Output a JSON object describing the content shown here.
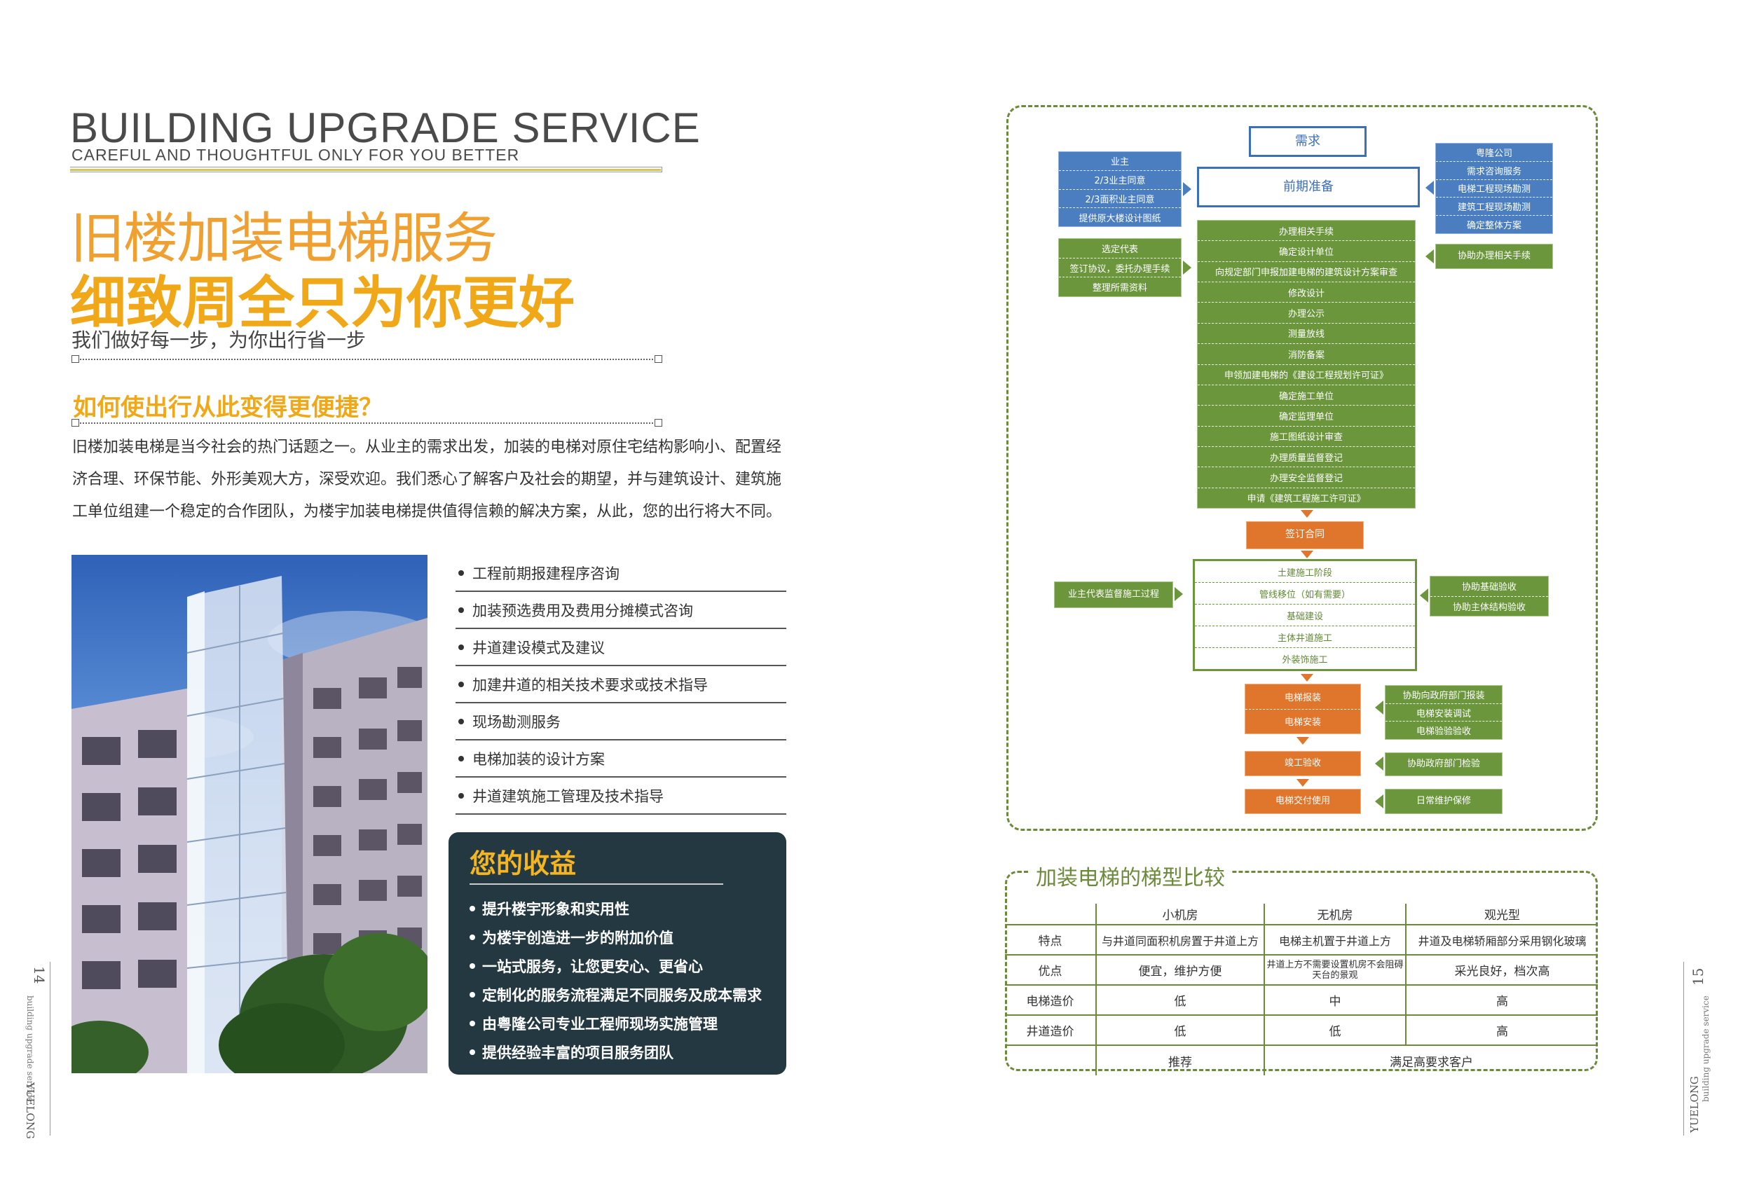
{
  "header": {
    "title_en": "BUILDING UPGRADE SERVICE",
    "subtitle_en": "CAREFUL AND THOUGHTFUL ONLY FOR YOU BETTER",
    "title_cn_1": "旧楼加装电梯服务",
    "title_cn_2": "细致周全只为你更好",
    "tagline_cn": "我们做好每一步，为你出行省一步"
  },
  "intro": {
    "heading": "如何使出行从此变得更便捷？",
    "body": "旧楼加装电梯是当今社会的热门话题之一。从业主的需求出发，加装的电梯对原住宅结构影响小、配置经济合理、环保节能、外形美观大方，深受欢迎。我们悉心了解客户及社会的期望，并与建筑设计、建筑施工单位组建一个稳定的合作团队，为楼宇加装电梯提供值得信赖的解决方案，从此，您的出行将大不同。"
  },
  "services": [
    "工程前期报建程序咨询",
    "加装预选费用及费用分摊模式咨询",
    "井道建设模式及建议",
    "加建井道的相关技术要求或技术指导",
    "现场勘测服务",
    "电梯加装的设计方案",
    "井道建筑施工管理及技术指导"
  ],
  "benefits": {
    "title": "您的收益",
    "items": [
      "提升楼宇形象和实用性",
      "为楼宇创造进一步的附加价值",
      "一站式服务，让您更安心、更省心",
      "定制化的服务流程满足不同服务及成本需求",
      "由粤隆公司专业工程师现场实施管理",
      "提供经验丰富的项目服务团队"
    ]
  },
  "pages": {
    "left_num": "14",
    "left_side": "building upgrade service",
    "left_brand": "YUELONG",
    "right_num": "15",
    "right_side": "building upgrade service",
    "right_brand": "YUELONG"
  },
  "flowchart": {
    "demand": "需求",
    "preparation": "前期准备",
    "owner_box": [
      "业主",
      "2/3业主同意",
      "2/3面积业主同意",
      "提供原大楼设计图纸"
    ],
    "rep_box": [
      "选定代表",
      "签订协议，委托办理手续",
      "整理所需资料"
    ],
    "company_box": [
      "粤隆公司",
      "需求咨询服务",
      "电梯工程现场勘测",
      "建筑工程现场勘测",
      "确定整体方案"
    ],
    "assist_procedures": "协助办理相关手续",
    "steps": [
      "办理相关手续",
      "确定设计单位",
      "向规定部门申报加建电梯的建筑设计方案审查",
      "修改设计",
      "办理公示",
      "测量放线",
      "消防备案",
      "申领加建电梯的《建设工程规划许可证》",
      "确定施工单位",
      "确定监理单位",
      "施工图纸设计审查",
      "办理质量监督登记",
      "办理安全监督登记",
      "申请《建筑工程施工许可证》"
    ],
    "contract": "签订合同",
    "construction": [
      "土建施工阶段",
      "管线移位（如有需要）",
      "基础建设",
      "主体井道施工",
      "外装饰施工"
    ],
    "supervise": "业主代表监督施工过程",
    "assist_accept": [
      "协助基础验收",
      "协助主体结构验收"
    ],
    "elevator_box": [
      "电梯报装",
      "电梯安装"
    ],
    "gov_box": [
      "协助向政府部门报装",
      "电梯安装调试",
      "电梯验验验收"
    ],
    "completion": "竣工验收",
    "gov_check": "协助政府部门检验",
    "delivery": "电梯交付使用",
    "maintenance": "日常维护保修"
  },
  "comparison": {
    "title": "加装电梯的梯型比较",
    "columns": [
      "",
      "小机房",
      "无机房",
      "观光型"
    ],
    "rows": [
      [
        "特点",
        "与井道同面积机房置于井道上方",
        "电梯主机置于井道上方",
        "井道及电梯轿厢部分采用钢化玻璃"
      ],
      [
        "优点",
        "便宜，维护方便",
        "井道上方不需要设置机房不会阻碍天台的景观",
        "采光良好，档次高"
      ],
      [
        "电梯造价",
        "低",
        "中",
        "高"
      ],
      [
        "井道造价",
        "低",
        "低",
        "高"
      ]
    ],
    "recommend": [
      "推荐",
      "满足高要求客户"
    ]
  }
}
